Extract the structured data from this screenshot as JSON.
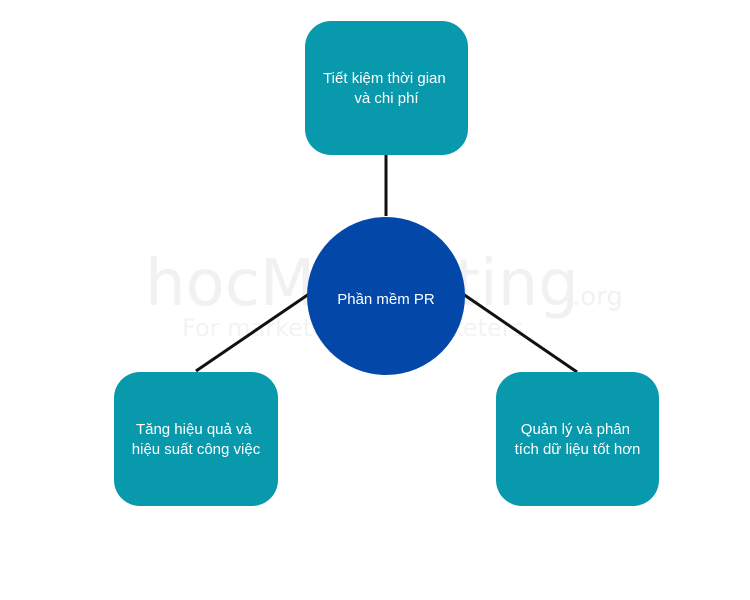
{
  "watermark": {
    "main": "hocMarketing",
    "org": ".org",
    "sub": "For marketers, by marketers"
  },
  "hub": {
    "label": "Phần mềm PR",
    "color": "#0348a8"
  },
  "nodes": {
    "top": {
      "line1": "Tiết kiệm thời gian",
      "line2": "và chi phí"
    },
    "left": {
      "line1": "Tăng hiệu quả và",
      "line2": "hiệu suất công việc"
    },
    "right": {
      "line1": "Quản lý và phân",
      "line2": "tích dữ liệu tốt hơn"
    }
  },
  "colors": {
    "box": "#0899ad",
    "connector": "#111111",
    "text": "#ffffff"
  }
}
